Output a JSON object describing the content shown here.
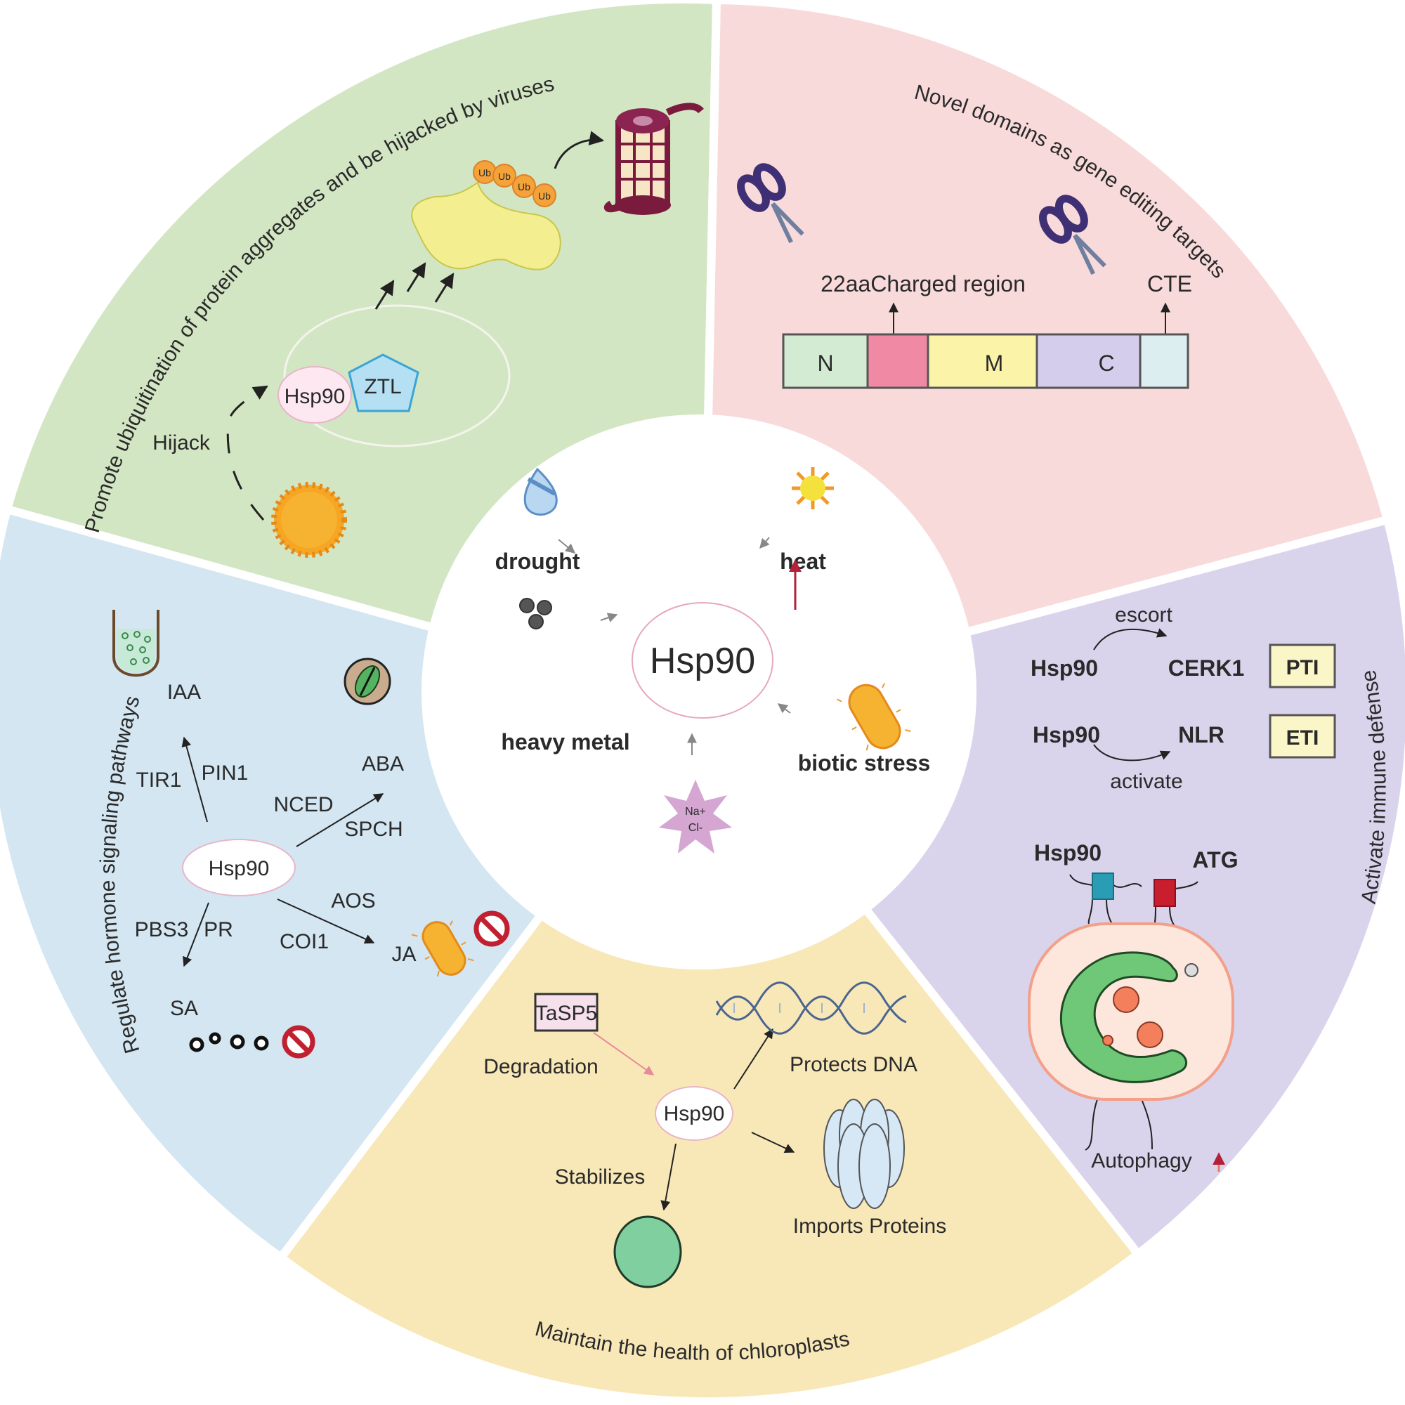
{
  "center": {
    "title": "Hsp90",
    "stresses": [
      {
        "label": "drought",
        "icon": "water-drop-slashed-icon"
      },
      {
        "label": "heat",
        "icon": "sun-icon"
      },
      {
        "label": "heavy metal",
        "icon": "metal-particles-icon"
      },
      {
        "label": "biotic stress",
        "icon": "bacterium-icon"
      },
      {
        "label_line1": "Na+",
        "label_line2": "Cl-",
        "icon": "salt-star-icon"
      }
    ]
  },
  "sectors": {
    "green": {
      "title": "Promote ubiquitination of protein aggregates and be hijacked by viruses",
      "hsp90": "Hsp90",
      "ztl": "ZTL",
      "hijack": "Hijack",
      "ub": [
        "Ub",
        "Ub",
        "Ub",
        "Ub"
      ],
      "color": "#d3e6c3"
    },
    "pink": {
      "title": "Novel domains as gene editing targets",
      "charged_region": "22aaCharged region",
      "cte": "CTE",
      "domains": [
        "N",
        "",
        "M",
        "C",
        ""
      ],
      "domain_colors": [
        "#d4ebd3",
        "#f08aa4",
        "#fbf4a8",
        "#d5cdec",
        "#dceef0"
      ],
      "color": "#f9dada"
    },
    "purple": {
      "title": "Activate immune defense",
      "row1": {
        "left": "Hsp90",
        "verb": "escort",
        "right": "CERK1",
        "badge": "PTI"
      },
      "row2": {
        "left": "Hsp90",
        "verb": "activate",
        "right": "NLR",
        "badge": "ETI"
      },
      "hsp90": "Hsp90",
      "atg": "ATG",
      "autophagy": "Autophagy",
      "color": "#d9d4ec"
    },
    "yellow": {
      "title": "Maintain the health of chloroplasts",
      "tasp5": "TaSP5",
      "degradation": "Degradation",
      "hsp90": "Hsp90",
      "protects_dna": "Protects DNA",
      "stabilizes": "Stabilizes",
      "imports_proteins": "Imports Proteins",
      "color": "#f8e8b8"
    },
    "blue": {
      "title": "Regulate hormone signaling pathways",
      "hsp90": "Hsp90",
      "iaa": "IAA",
      "tir1": "TIR1",
      "pin1": "PIN1",
      "nced": "NCED",
      "spch": "SPCH",
      "aba": "ABA",
      "aos": "AOS",
      "coi1": "COI1",
      "ja": "JA",
      "pbs3": "PBS3",
      "pr": "PR",
      "sa": "SA",
      "color": "#d3e6f2"
    }
  }
}
